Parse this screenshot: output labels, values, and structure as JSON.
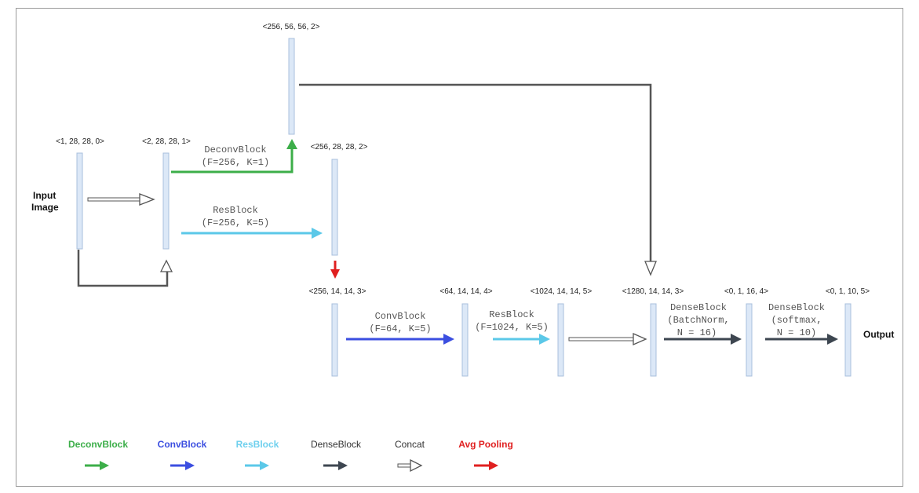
{
  "labels": {
    "input_line1": "Input",
    "input_line2": "Image",
    "output": "Output"
  },
  "tensors": [
    {
      "id": "t0",
      "shape": "<1, 28, 28, 0>"
    },
    {
      "id": "t1",
      "shape": "<2, 28, 28, 1>"
    },
    {
      "id": "t2",
      "shape": "<256, 56, 56, 2>"
    },
    {
      "id": "t3",
      "shape": "<256, 28, 28, 2>"
    },
    {
      "id": "t4",
      "shape": "<256, 14, 14, 3>"
    },
    {
      "id": "t5",
      "shape": "<64, 14, 14, 4>"
    },
    {
      "id": "t6",
      "shape": "<1024, 14, 14, 5>"
    },
    {
      "id": "t7",
      "shape": "<1280, 14, 14, 3>"
    },
    {
      "id": "t8",
      "shape": "<0, 1, 16, 4>"
    },
    {
      "id": "t9",
      "shape": "<0, 1, 10, 5>"
    }
  ],
  "blocks": {
    "deconv": {
      "name": "DeconvBlock",
      "params": "(F=256, K=1)"
    },
    "res1": {
      "name": "ResBlock",
      "params": "(F=256, K=5)"
    },
    "conv": {
      "name": "ConvBlock",
      "params": "(F=64, K=5)"
    },
    "res2": {
      "name": "ResBlock",
      "params": "(F=1024, K=5)"
    },
    "dense1": {
      "name": "DenseBlock",
      "params1": "(BatchNorm,",
      "params2": "N = 16)"
    },
    "dense2": {
      "name": "DenseBlock",
      "params1": "(softmax,",
      "params2": "N = 10)"
    }
  },
  "legend": [
    {
      "label": "DeconvBlock",
      "color": "#3cae49"
    },
    {
      "label": "ConvBlock",
      "color": "#3b4ee0"
    },
    {
      "label": "ResBlock",
      "color": "#5bc8e8"
    },
    {
      "label": "DenseBlock",
      "color": "#3d4650"
    },
    {
      "label": "Concat",
      "color": "#ffffff"
    },
    {
      "label": "Avg Pooling",
      "color": "#e02020"
    }
  ],
  "legend_text_colors": {
    "DeconvBlock": "#3cae49",
    "ConvBlock": "#3b4ee0",
    "ResBlock": "#6fd0ee",
    "DenseBlock": "#333333",
    "Concat": "#333333",
    "Avg Pooling": "#e02020"
  }
}
